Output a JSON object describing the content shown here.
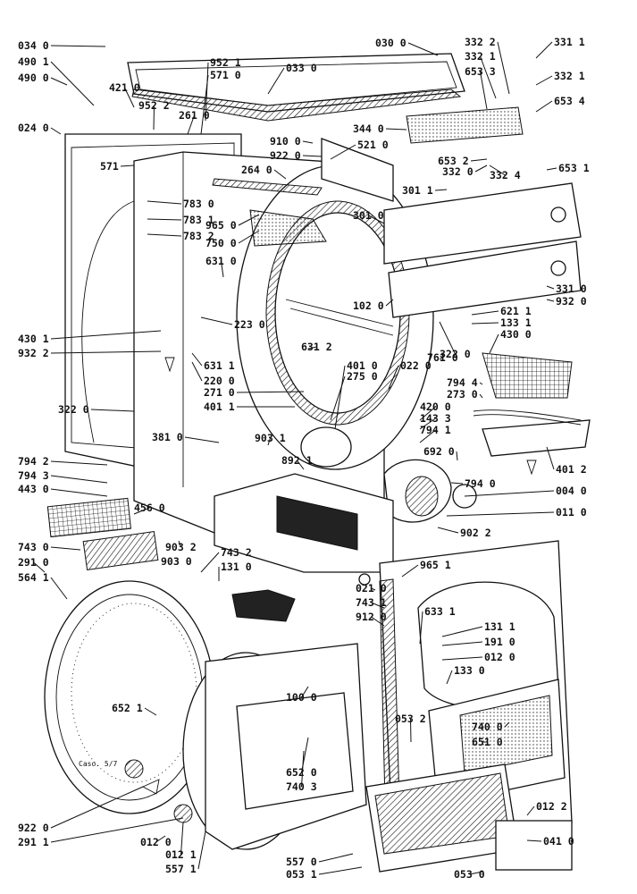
{
  "labels": [
    "034 0",
    "490 1",
    "490 0",
    "024 0",
    "030 0",
    "033 0",
    "952 1",
    "571 0",
    "421 0",
    "952 2",
    "261 0",
    "571",
    "783 0",
    "783 1",
    "783 2",
    "965 0",
    "750 0",
    "631 0",
    "264 0",
    "910 0",
    "922 0",
    "521 0",
    "332 2",
    "332 1",
    "653 3",
    "331 1",
    "332 1",
    "653 4",
    "344 0",
    "653 2",
    "332 0",
    "332 4",
    "653 1",
    "301 1",
    "301 0",
    "102 0",
    "322 0",
    "331 0",
    "932 0",
    "621 1",
    "133 1",
    "430 0",
    "430 1",
    "932 2",
    "223 0",
    "631 2",
    "631 1",
    "220 0",
    "271 0",
    "401 1",
    "401 0",
    "275 0",
    "022 0",
    "322 0",
    "761 0",
    "794 4",
    "273 0",
    "420 0",
    "143 3",
    "794 1",
    "381 0",
    "903 1",
    "892 1",
    "692 0",
    "401 2",
    "794 0",
    "004 0",
    "011 0",
    "902 2",
    "794 2",
    "794 3",
    "443 0",
    "456 0",
    "743 0",
    "291 0",
    "564 1",
    "903 2",
    "903 0",
    "743 2",
    "131 0",
    "965 1",
    "021 0",
    "743 1",
    "912 0",
    "633 1",
    "131 1",
    "191 0",
    "012 0",
    "652 1",
    "100 0",
    "133 0",
    "053 2",
    "740 0",
    "651 0",
    "652 0",
    "740 3",
    "012 2",
    "922 0",
    "291 1",
    "012 0",
    "012 1",
    "557 1",
    "557 0",
    "053 1",
    "041 0",
    "053 0"
  ],
  "stamp_text": "Caso. 5/7"
}
